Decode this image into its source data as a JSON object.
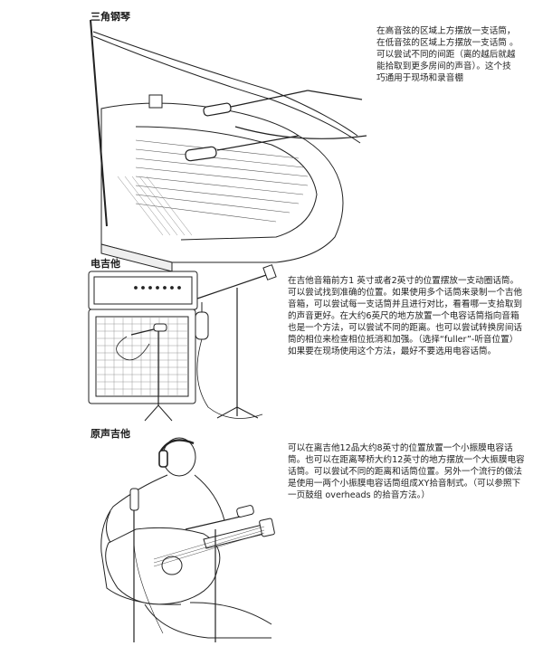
{
  "sections": [
    {
      "title": "三角钢琴",
      "icon": "grand-piano-illustration",
      "description": "在高音弦的区域上方摆放一支话筒，在低音弦的区域上方摆放一支话筒 。可以尝试不同的间距（离的越后就越能拾取到更多房间的声音）。这个技巧通用于现场和录音棚"
    },
    {
      "title": "电吉他",
      "icon": "guitar-amp-illustration",
      "description": "在吉他音箱前方1 英寸或者2英寸的位置摆放一支动圈话筒。可以尝试找到准确的位置。如果使用多个话筒来录制一个吉他音箱，可以尝试每一支话筒并且进行对比，看看哪一支拾取到的声音更好。在大约6英尺的地方放置一个电容话筒指向音箱也是一个方法，可以尝试不同的距离。也可以尝试转换房间话筒的相位来检查相位抵消和加强。（选择“fuller”-听音位置）如果要在现场使用这个方法，最好不要选用电容话筒。"
    },
    {
      "title": "原声吉他",
      "icon": "acoustic-guitar-illustration",
      "description": "可以在离吉他12品大约8英寸的位置放置一个小振膜电容话筒。也可以在距离琴桥大约12英寸的地方摆放一个大振膜电容话筒。可以尝试不同的距离和话筒位置。另外一个流行的做法是使用一两个小振膜电容话筒组成XY拾音制式。（可以参照下一页鼓组 overheads 的拾音方法。）"
    }
  ]
}
